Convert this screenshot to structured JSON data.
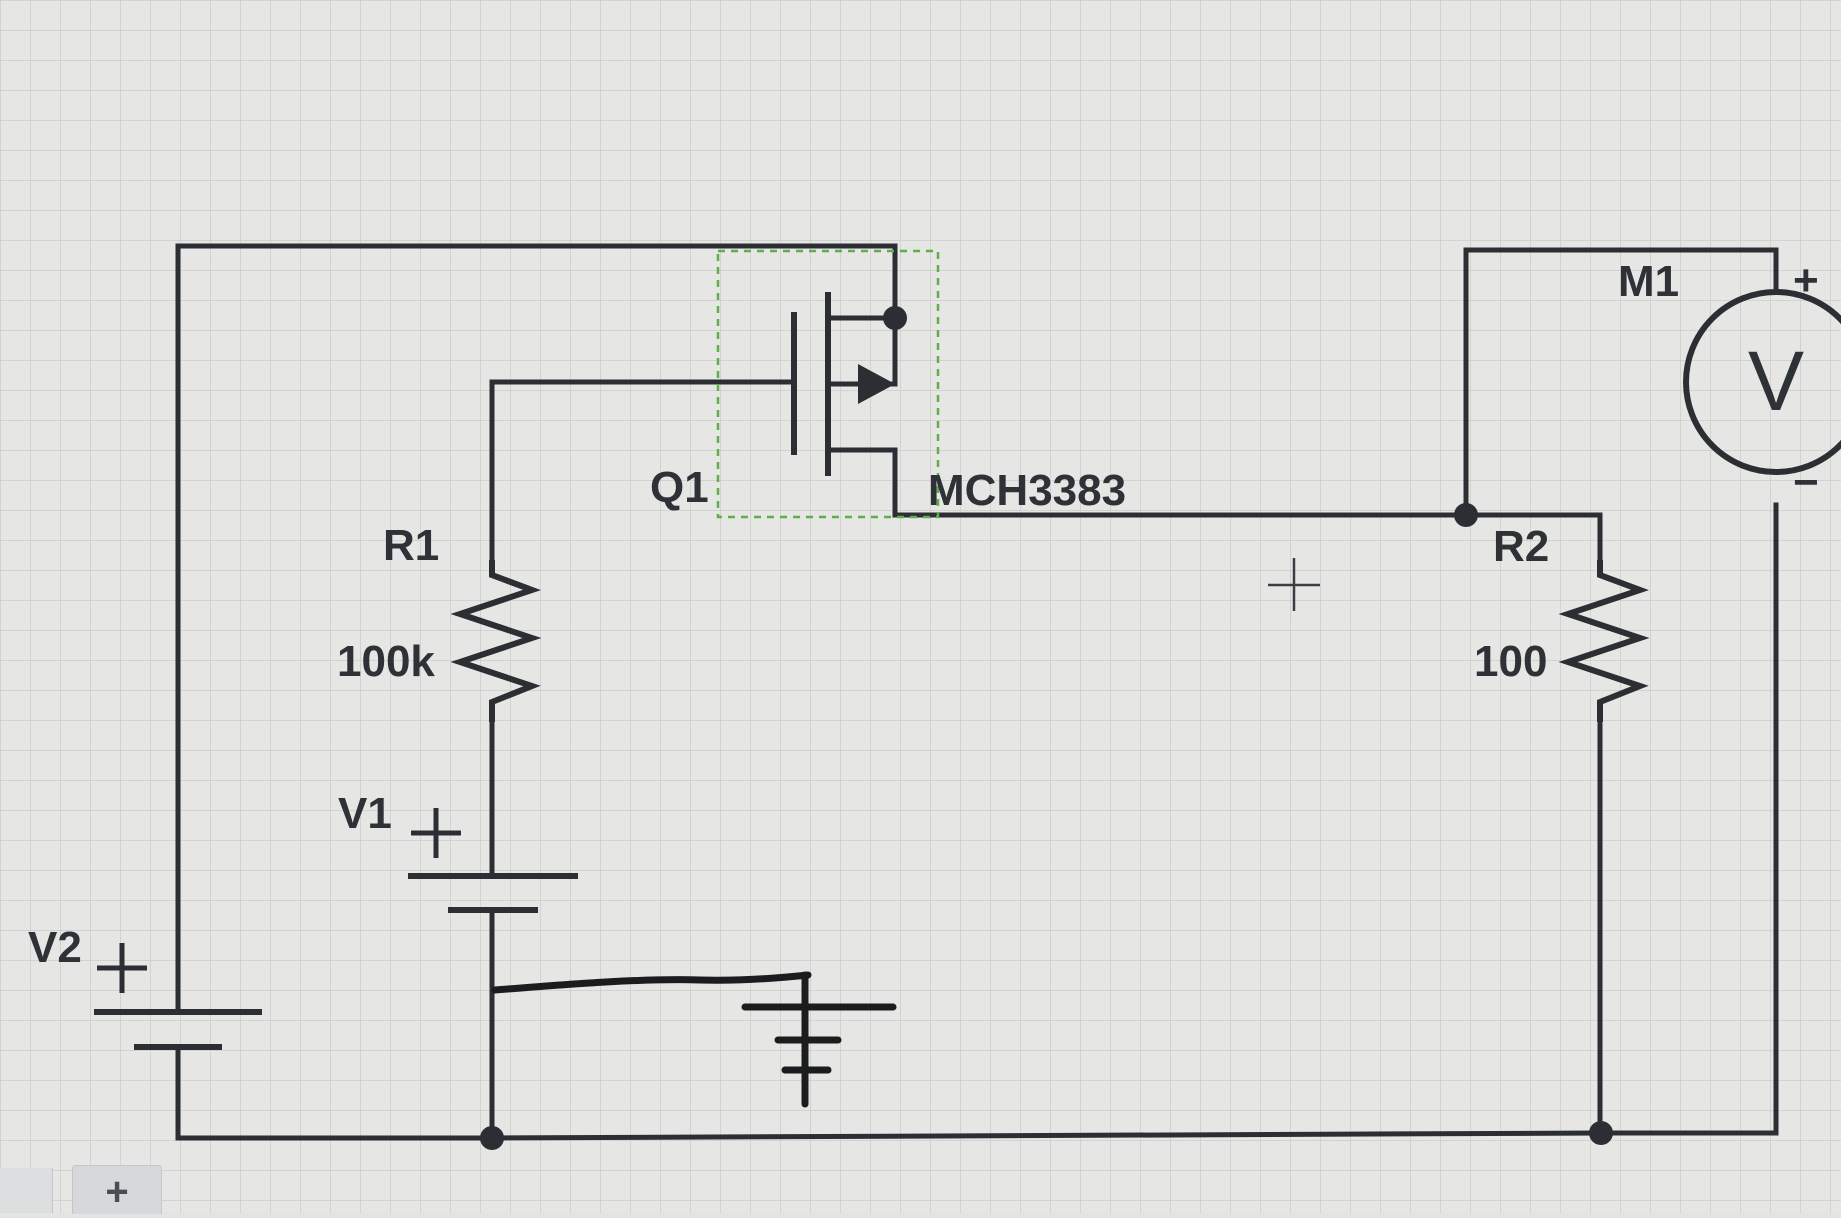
{
  "schematic": {
    "components": {
      "q1": {
        "designator": "Q1",
        "part": "MCH3383"
      },
      "r1": {
        "designator": "R1",
        "value": "100k"
      },
      "r2": {
        "designator": "R2",
        "value": "100"
      },
      "v1": {
        "designator": "V1",
        "polarity": "+"
      },
      "v2": {
        "designator": "V2",
        "polarity": "+"
      },
      "m1": {
        "designator": "M1",
        "symbol": "V",
        "plus": "+",
        "minus": "−"
      }
    }
  },
  "footer": {
    "add_tab_label": "+"
  },
  "colors": {
    "grid": "#c9c9c7",
    "background": "#e4e4e2",
    "wire": "#2b2f33",
    "selection": "#5fae4a"
  }
}
